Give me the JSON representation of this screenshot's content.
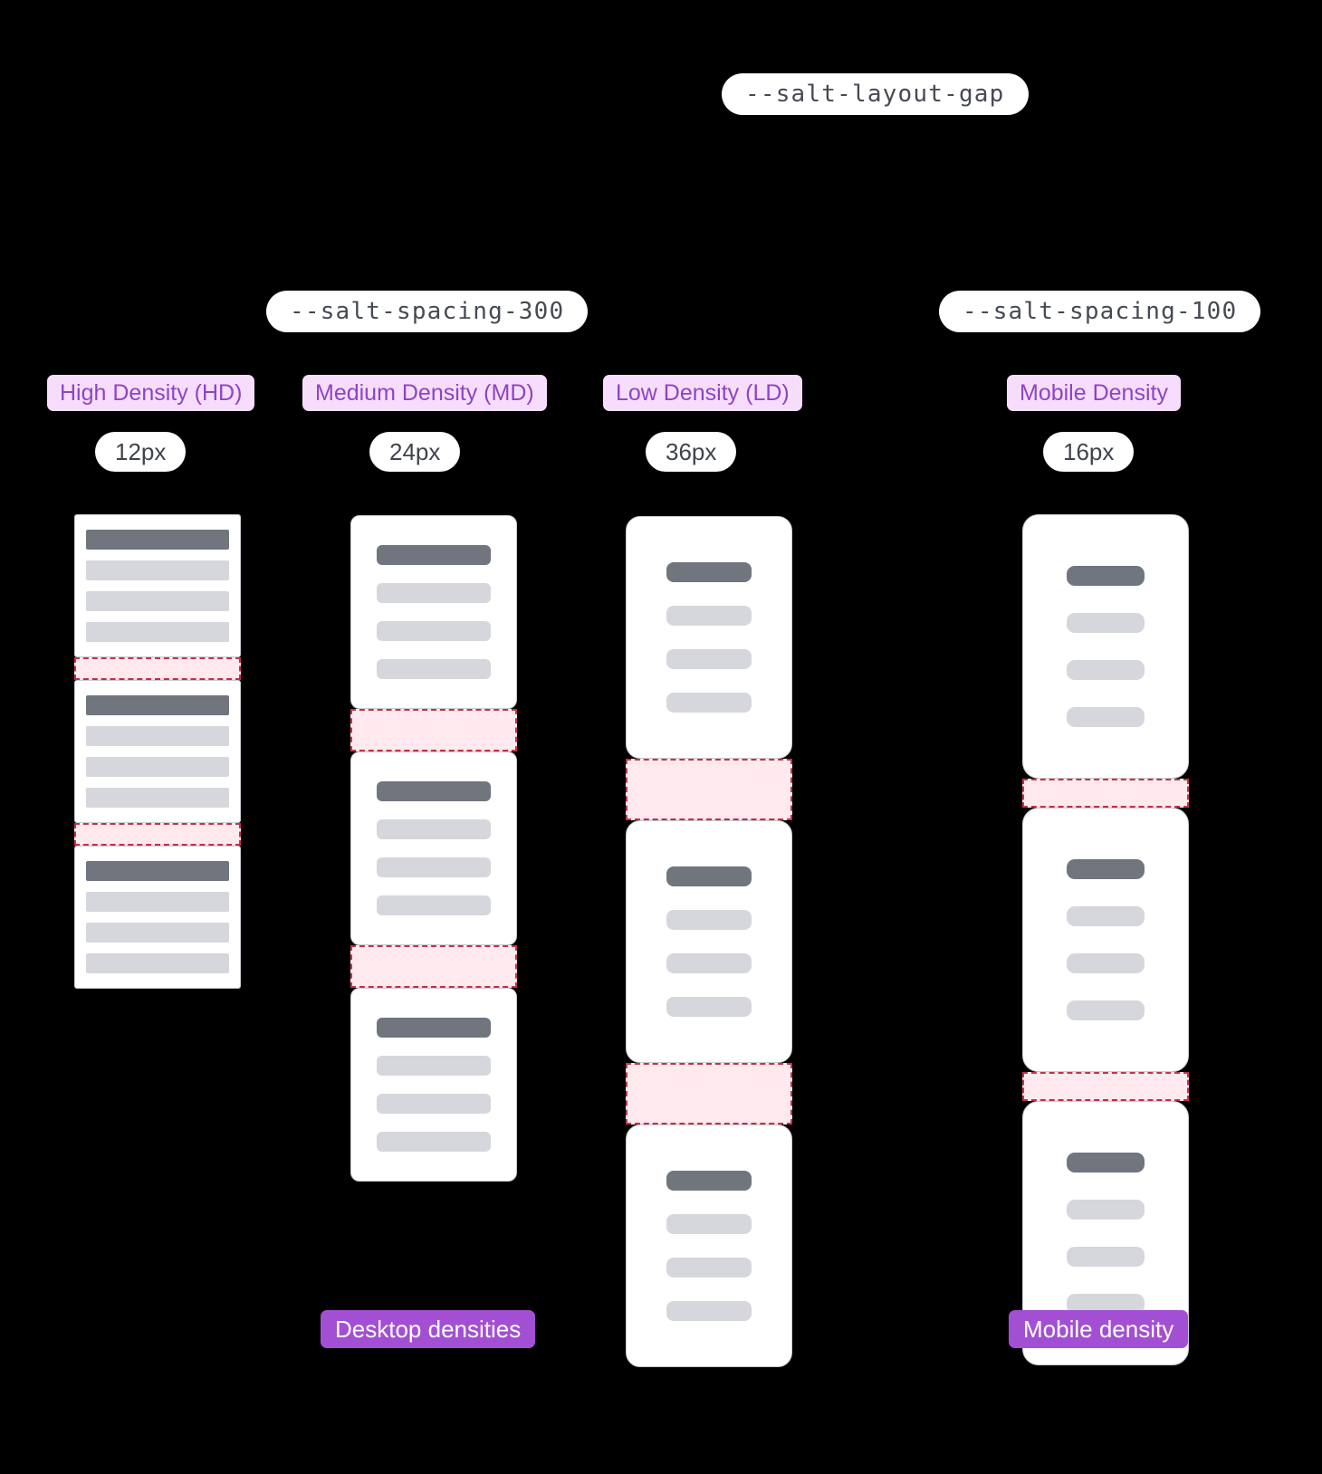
{
  "diagram": {
    "title_token": "--salt-layout-gap",
    "tokens": [
      {
        "label": "--salt-spacing-300"
      },
      {
        "label": "--salt-spacing-100"
      }
    ],
    "columns": [
      {
        "key": "hd",
        "density_label": "High Density (HD)",
        "gap_value": "12px",
        "card_count": 3,
        "gap_count": 2,
        "lines_per_card": 3
      },
      {
        "key": "md",
        "density_label": "Medium Density (MD)",
        "gap_value": "24px",
        "card_count": 3,
        "gap_count": 2,
        "lines_per_card": 3
      },
      {
        "key": "ld",
        "density_label": "Low Density (LD)",
        "gap_value": "36px",
        "card_count": 3,
        "gap_count": 2,
        "lines_per_card": 3
      },
      {
        "key": "mob",
        "density_label": "Mobile Density",
        "gap_value": "16px",
        "card_count": 3,
        "gap_count": 2,
        "lines_per_card": 3
      }
    ],
    "group_badges": [
      {
        "label": "Desktop densities"
      },
      {
        "label": "Mobile density"
      }
    ],
    "colors": {
      "background": "#000000",
      "card_surface": "#ffffff",
      "card_border": "#c9ccd2",
      "title_bar": "#71757e",
      "line_bar": "#d5d7dc",
      "gap_fill": "#fde9ee",
      "gap_border": "#c2344b",
      "tag_bg": "#f6ddfb",
      "tag_text": "#8e44c4",
      "badge_bg": "#a34fd4",
      "pill_text": "#3f444d"
    }
  }
}
